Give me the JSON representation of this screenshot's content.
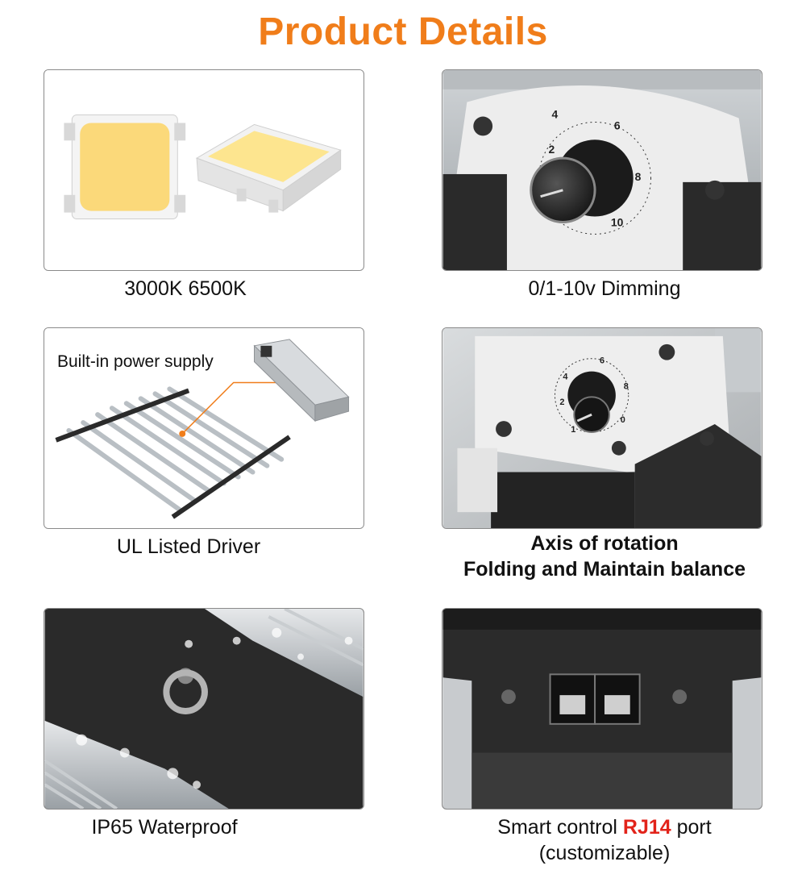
{
  "title": "Product Details",
  "panels": [
    {
      "caption": "3000K  6500K"
    },
    {
      "caption": "0/1-10v Dimming",
      "dial_labels": [
        "2",
        "4",
        "6",
        "8",
        "10"
      ]
    },
    {
      "caption": "UL Listed Driver",
      "overlay": "Built-in power supply"
    },
    {
      "caption_line1": "Axis of rotation",
      "caption_line2": "Folding and Maintain balance",
      "dial_labels": [
        "1",
        "2",
        "4",
        "6",
        "8",
        "0"
      ]
    },
    {
      "caption": "IP65 Waterproof"
    },
    {
      "caption_before": "Smart control ",
      "caption_highlight": "RJ14",
      "caption_after": " port",
      "caption_line2": "(customizable)"
    }
  ],
  "colors": {
    "title": "#f07d1a",
    "highlight": "#e2231a",
    "led_yellow": "#fbd97a"
  }
}
